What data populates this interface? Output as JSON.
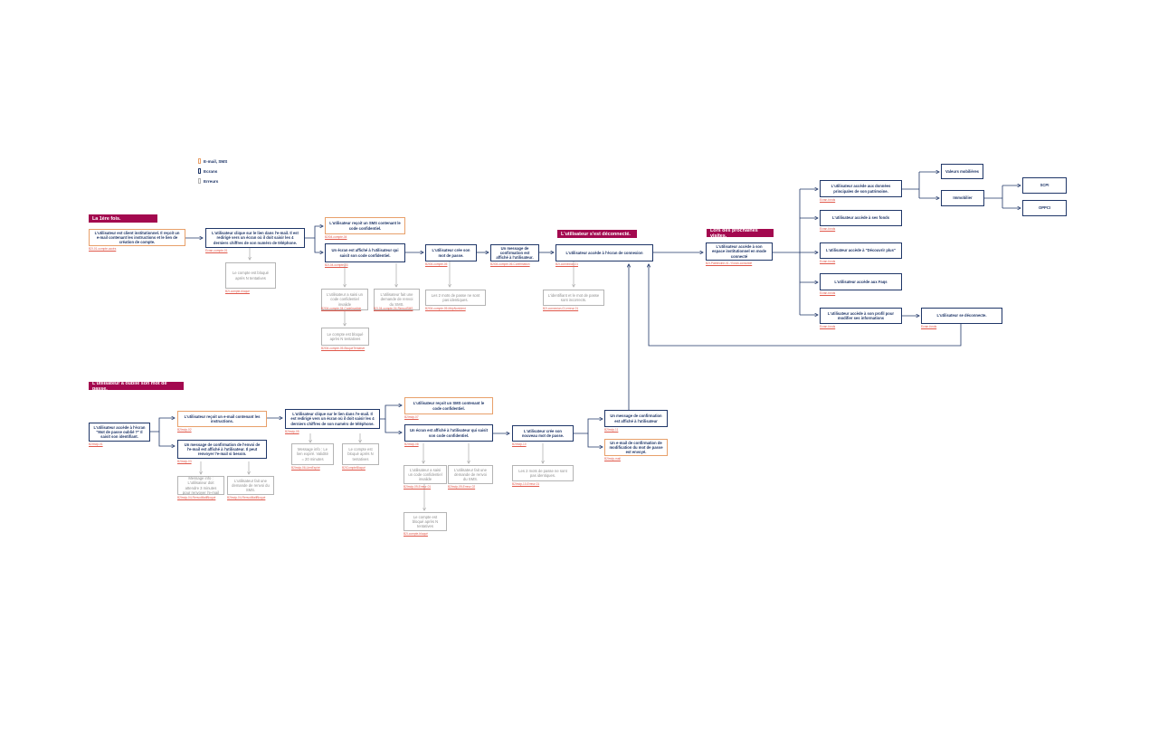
{
  "legend": [
    {
      "label": "E-mail, SMS",
      "color": "#e8a06a"
    },
    {
      "label": "Ecrans",
      "color": "#1f3668"
    },
    {
      "label": "Erreurs",
      "color": "#b4b4b4"
    }
  ],
  "colors": {
    "screen": "#1f3668",
    "email": "#e8a06a",
    "error": "#b4b4b4",
    "banner": "#a3094f",
    "ref": "#e0584b"
  },
  "banners": {
    "first_time": "La 1ère fois.",
    "logged_out": "L'utilisateur s'est déconnecté.",
    "next_visits": "Lors des prochaines visites.",
    "forgot_password": "L'utilisateur a oublié son mot de passe."
  },
  "nodes": {
    "n1": "L'utilisateur est client institutionnel. Il reçoit un e-mail contenant les instructions et le lien de création de compte.",
    "n2": "L'utilisateur clique sur le lien dans l'e-mail. Il est redirigé vers un écran où il doit saisir les 4 derniers chiffres de son numéro de téléphone.",
    "n3": "Le compte est bloqué après N tentatives",
    "n4": "L'utilisateur reçoit un SMS contenant le code confidentiel.",
    "n5": "Un écran est affiché à l'utilisateur qui saisit son code confidentiel.",
    "n6": "L'utilisateur a saisi un code confidentiel invalide",
    "n7": "L'utilisateur fait une demande de renvoi du SMS.",
    "n8": "Le compte est bloqué après N tentatives",
    "n9": "L'utilisateur crée son mot de passe.",
    "n10": "Les 2 mots de passe ne sont pas identiques.",
    "n11": "Un message de confirmation est affiché à l'utilisateur.",
    "n12": "L'utilisateur accède à l'écran de connexion",
    "n13": "L'identifiant et le mot de passe sont incorrects.",
    "n14": "L'utilisateur accède à son espace institutionnel en mode connecté",
    "n15": "L'utilisateur accède aux données principales de son patrimoine.",
    "n16": "L'utilisateur accède à ses fonds",
    "n17": "L'utilisateur accède à \"Découvrir plus\"",
    "n18": "L'utilisateur accède aux Faqs",
    "n19": "L'utilisateur accède à son profil pour modifier ses informations",
    "n20": "L'utilisateur se déconnecte.",
    "n21": "Valeurs mobilières",
    "n22": "Immobilier",
    "n23": "SCPI",
    "n24": "OPPCI",
    "f1": "L'utilisateur accède à l'écran \"Mot de passe oublié ?\" Il saisit son identifiant.",
    "f2": "L'utilisateur reçoit un e-mail contenant les instructions.",
    "f3": "Un message de confirmation de l'envoi de l'e-mail est affiché à l'utilisateur. Il peut renvoyer l'e-mail si besoin.",
    "f4": "Message info : L'utilisateur doit attendre 3 minutes pour renvoyer l'e-mail",
    "f5": "L'utilisateur fait une demande de renvoi du SMS.",
    "f6": "L'utilisateur clique sur le lien dans l'e-mail. Il est redirigé vers un écran où il doit saisir les 4 derniers chiffres de son numéro de téléphone.",
    "f7": "Message info : Le lien expiré. Validité = 20 minutes",
    "f8": "Le compte est bloqué après N tentatives",
    "f9": "L'utilisateur reçoit un SMS contenant le code confidentiel.",
    "f10": "Un écran est affiché à l'utilisateur qui saisit son code confidentiel.",
    "f11": "L'utilisateur a saisi un code confidentiel invalide",
    "f12": "L'utilisateur fait une demande de renvoi du SMS.",
    "f13": "Le compte est bloqué après N tentatives",
    "f14": "L'utilisateur crée son nouveau mot de passe.",
    "f15": "Les 2 mots de passe ne sont pas identiques.",
    "f16": "Un message de confirmation est affiché à l'utilisateur",
    "f17": "Un e-mail de confirmation de modification du mot de passe est envoyé."
  },
  "refs": {
    "n1": "B2I-01-compte-accès",
    "n2": "Ecran-compte-01",
    "n3": "B2I-compte-bloqué",
    "n4": "B2I04-compte-04",
    "n5": "B2I-04-compte-03",
    "n6": "B2I04-compte-04-CodeInvalide",
    "n7": "B2I-04-compte-04-RenvoiSMS",
    "n8": "B2I04-compte-05-BloquéTentative",
    "n9": "B2I04-compte-05",
    "n10": "B2I04-compte-05-MdpNonIdent",
    "n11": "B2I04-compte-06-Confirmation",
    "n12": "B2I-connexion-01",
    "n13": "B2I-connexion-01-erreur-01",
    "n14": "B2I-Patrimoine-01 / Ecran-consolidé",
    "n15": "Ecran-fonds",
    "n16": "Ecran-fonds",
    "n17": "Ecran-fonds",
    "n18": "Ecran-fonds",
    "n19": "Ecran-fonds",
    "n20": "Ecran-fonds",
    "f1": "B2Imdp-01",
    "f2": "B2Imdp-02",
    "f3": "B2Imdp-03",
    "f4": "B2Imdp-04-RenvoiMailBloqué",
    "f5": "B2Imdp-04-RenvoiMailBloqué",
    "f6": "B2Imdp-05",
    "f7": "B2Imdp-06-LienExpiré",
    "f8": "B2ICompteBloqué",
    "f9": "B2Imdp-07",
    "f10": "B2Imdp-08",
    "f11": "B2Imdp-09-Erreur-01",
    "f12": "B2Imdp-09-Erreur-02",
    "f13": "B2I-compte-bloqué",
    "f14": "B2Imdp-10",
    "f15": "B2Imdp-10-Erreur-01",
    "f16": "B2Imdp-11",
    "f17": "B2Imdp-mail"
  }
}
